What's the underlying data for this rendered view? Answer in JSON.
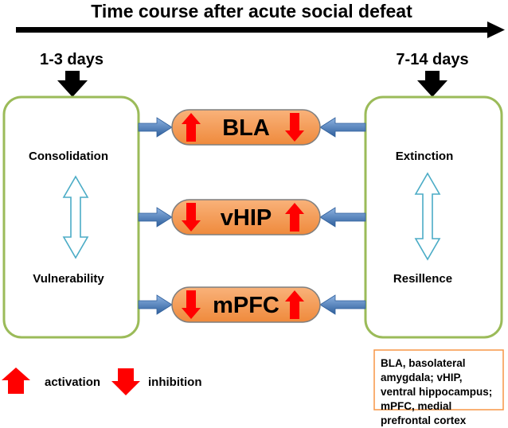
{
  "title": "Time course after acute social defeat",
  "timepoints": {
    "early": "1-3 days",
    "late": "7-14 days"
  },
  "left_box": {
    "top_label": "Consolidation",
    "bottom_label": "Vulnerability"
  },
  "right_box": {
    "top_label": "Extinction",
    "bottom_label": "Resillence"
  },
  "regions": [
    {
      "label": "BLA",
      "left_arrow": "up",
      "right_arrow": "down"
    },
    {
      "label": "vHIP",
      "left_arrow": "down",
      "right_arrow": "up"
    },
    {
      "label": "mPFC",
      "left_arrow": "down",
      "right_arrow": "up"
    }
  ],
  "legend": {
    "activation": "activation",
    "inhibition": "inhibition",
    "abbreviations": "BLA, basolateral amygdala; vHIP, ventral hippocampus; mPFC, medial prefrontal cortex"
  },
  "colors": {
    "box_border": "#9bbb59",
    "pill_fill": "#f79646",
    "pill_border": "#7f7f7f",
    "red_arrow": "#ff0000",
    "blue_arrow": "#4f81bd",
    "hollow_arrow": "#4bacc6",
    "legend_border": "#f79646"
  }
}
